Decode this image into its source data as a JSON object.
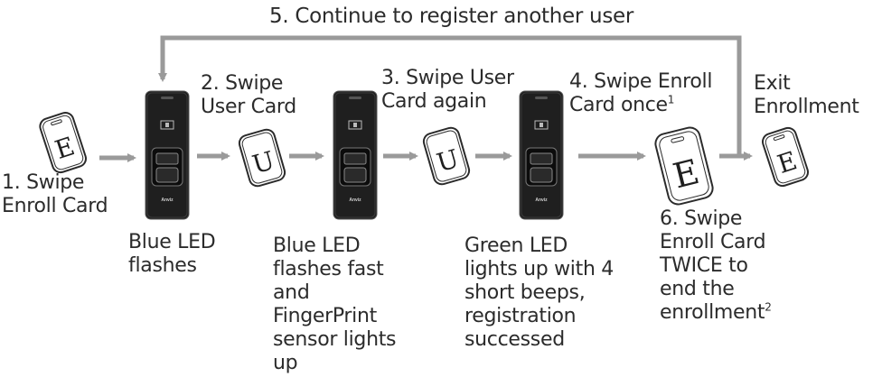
{
  "colors": {
    "arrow": "#9a9a9a",
    "text": "#2b2b2b",
    "device": "#1f1f1f",
    "device_dark": "#0c0c0c"
  },
  "loop": {
    "label": "5. Continue to register another user"
  },
  "steps": [
    {
      "id": "swipe-enroll-card",
      "label": "1. Swipe\nEnroll Card"
    },
    {
      "id": "swipe-user-card",
      "label": "2. Swipe\nUser Card"
    },
    {
      "id": "swipe-user-card-again",
      "label": "3. Swipe User\nCard again"
    },
    {
      "id": "swipe-enroll-card-once",
      "label": "4. Swipe Enroll\nCard once",
      "footnote": "1"
    },
    {
      "id": "exit-enrollment",
      "label": "Exit\nEnrollment"
    },
    {
      "id": "swipe-enroll-twice",
      "label": "6. Swipe\nEnroll Card\nTWICE to\nend the\nenrollment",
      "footnote": "2"
    }
  ],
  "status": [
    {
      "id": "blue-led-flashes",
      "label": "Blue LED\nflashes"
    },
    {
      "id": "blue-led-flashes-fast",
      "label": "Blue LED\nflashes fast\nand\nFingerPrint\nsensor lights\nup"
    },
    {
      "id": "green-led",
      "label": "Green LED\nlights up with 4\nshort beeps,\nregistration\nsuccessed"
    }
  ],
  "cards": [
    {
      "id": "enroll-card-1",
      "letter": "E"
    },
    {
      "id": "user-card-1",
      "letter": "U"
    },
    {
      "id": "user-card-2",
      "letter": "U"
    },
    {
      "id": "enroll-card-2",
      "letter": "E"
    },
    {
      "id": "enroll-card-3",
      "letter": "E"
    }
  ],
  "device": {
    "brand": "Anviz"
  }
}
